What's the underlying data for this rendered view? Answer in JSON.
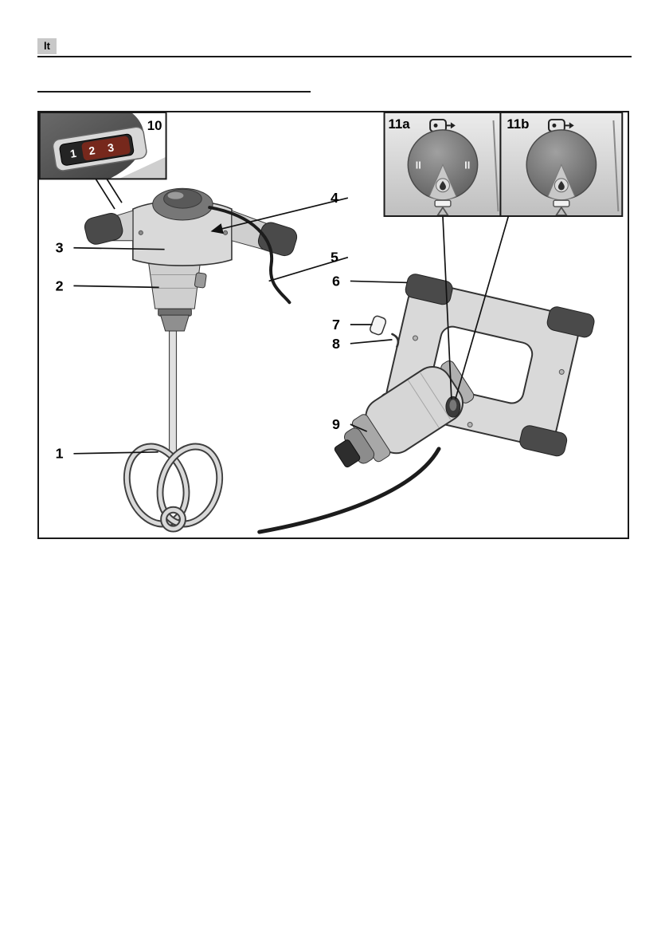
{
  "page": {
    "language_tag": "lt"
  },
  "figure": {
    "insets": {
      "speed_selector": {
        "label": "10",
        "digits": [
          "1",
          "2",
          "3"
        ]
      },
      "dial_two_speed": {
        "label": "11a",
        "left_mark": "II",
        "right_mark": "II"
      },
      "dial_single": {
        "label": "11b"
      }
    },
    "callouts": [
      {
        "label": "1"
      },
      {
        "label": "2"
      },
      {
        "label": "3"
      },
      {
        "label": "4"
      },
      {
        "label": "5"
      },
      {
        "label": "6"
      },
      {
        "label": "7"
      },
      {
        "label": "8"
      },
      {
        "label": "9"
      }
    ]
  },
  "colors": {
    "line": "#1a1a1a",
    "tool_light": "#d9d9d9",
    "tool_dark": "#4a4a4a",
    "panel_gray": "#c8c8c8",
    "display_red": "#76281c"
  }
}
